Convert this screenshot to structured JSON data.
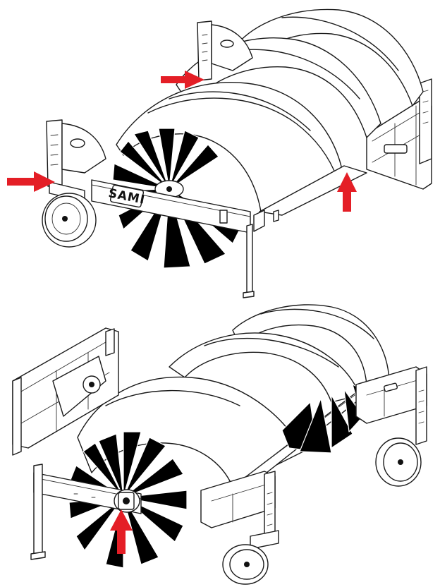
{
  "logo": {
    "text": "SAMI"
  },
  "colors": {
    "arrow": "#e41e26",
    "line": "#1a1a1a",
    "brush": "#000000",
    "background": "#ffffff"
  },
  "views": [
    {
      "name": "top-view",
      "callouts": 3
    },
    {
      "name": "bottom-view",
      "callouts": 1
    }
  ]
}
